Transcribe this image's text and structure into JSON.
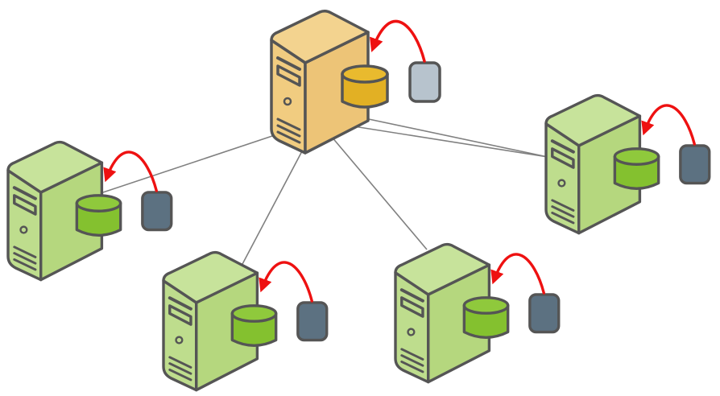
{
  "diagram": {
    "title": "",
    "colors": {
      "outline": "#555555",
      "link": "#808080",
      "arrow": "#ee1111",
      "hub_tower_front": "#f1cc80",
      "hub_tower_side": "#edc477",
      "hub_tower_top": "#f3d38f",
      "hub_db": "#e2b024",
      "hub_db_top": "#e9ba2e",
      "hub_block": "#b7c3cd",
      "node_tower_front": "#bedd8d",
      "node_tower_side": "#b5d77e",
      "node_tower_top": "#c7e39b",
      "node_db": "#84c12f",
      "node_db_top": "#8fc93c",
      "node_block": "#5c7181"
    },
    "nodes": [
      {
        "id": "central-server",
        "role": "hub",
        "icon": "server-tower",
        "has_database": true,
        "has_storage_block": true,
        "arrow": "block-to-database"
      },
      {
        "id": "server-left",
        "role": "peer",
        "icon": "server-tower",
        "has_database": true,
        "has_storage_block": true,
        "arrow": "block-to-database"
      },
      {
        "id": "server-bottom-left",
        "role": "peer",
        "icon": "server-tower",
        "has_database": true,
        "has_storage_block": true,
        "arrow": "block-to-database"
      },
      {
        "id": "server-bottom-right",
        "role": "peer",
        "icon": "server-tower",
        "has_database": true,
        "has_storage_block": true,
        "arrow": "block-to-database"
      },
      {
        "id": "server-right",
        "role": "peer",
        "icon": "server-tower",
        "has_database": true,
        "has_storage_block": true,
        "arrow": "block-to-database"
      }
    ],
    "links": [
      {
        "from": "central-server",
        "to": "server-left"
      },
      {
        "from": "central-server",
        "to": "server-bottom-left"
      },
      {
        "from": "central-server",
        "to": "server-bottom-right"
      },
      {
        "from": "central-server",
        "to": "server-right"
      }
    ]
  }
}
